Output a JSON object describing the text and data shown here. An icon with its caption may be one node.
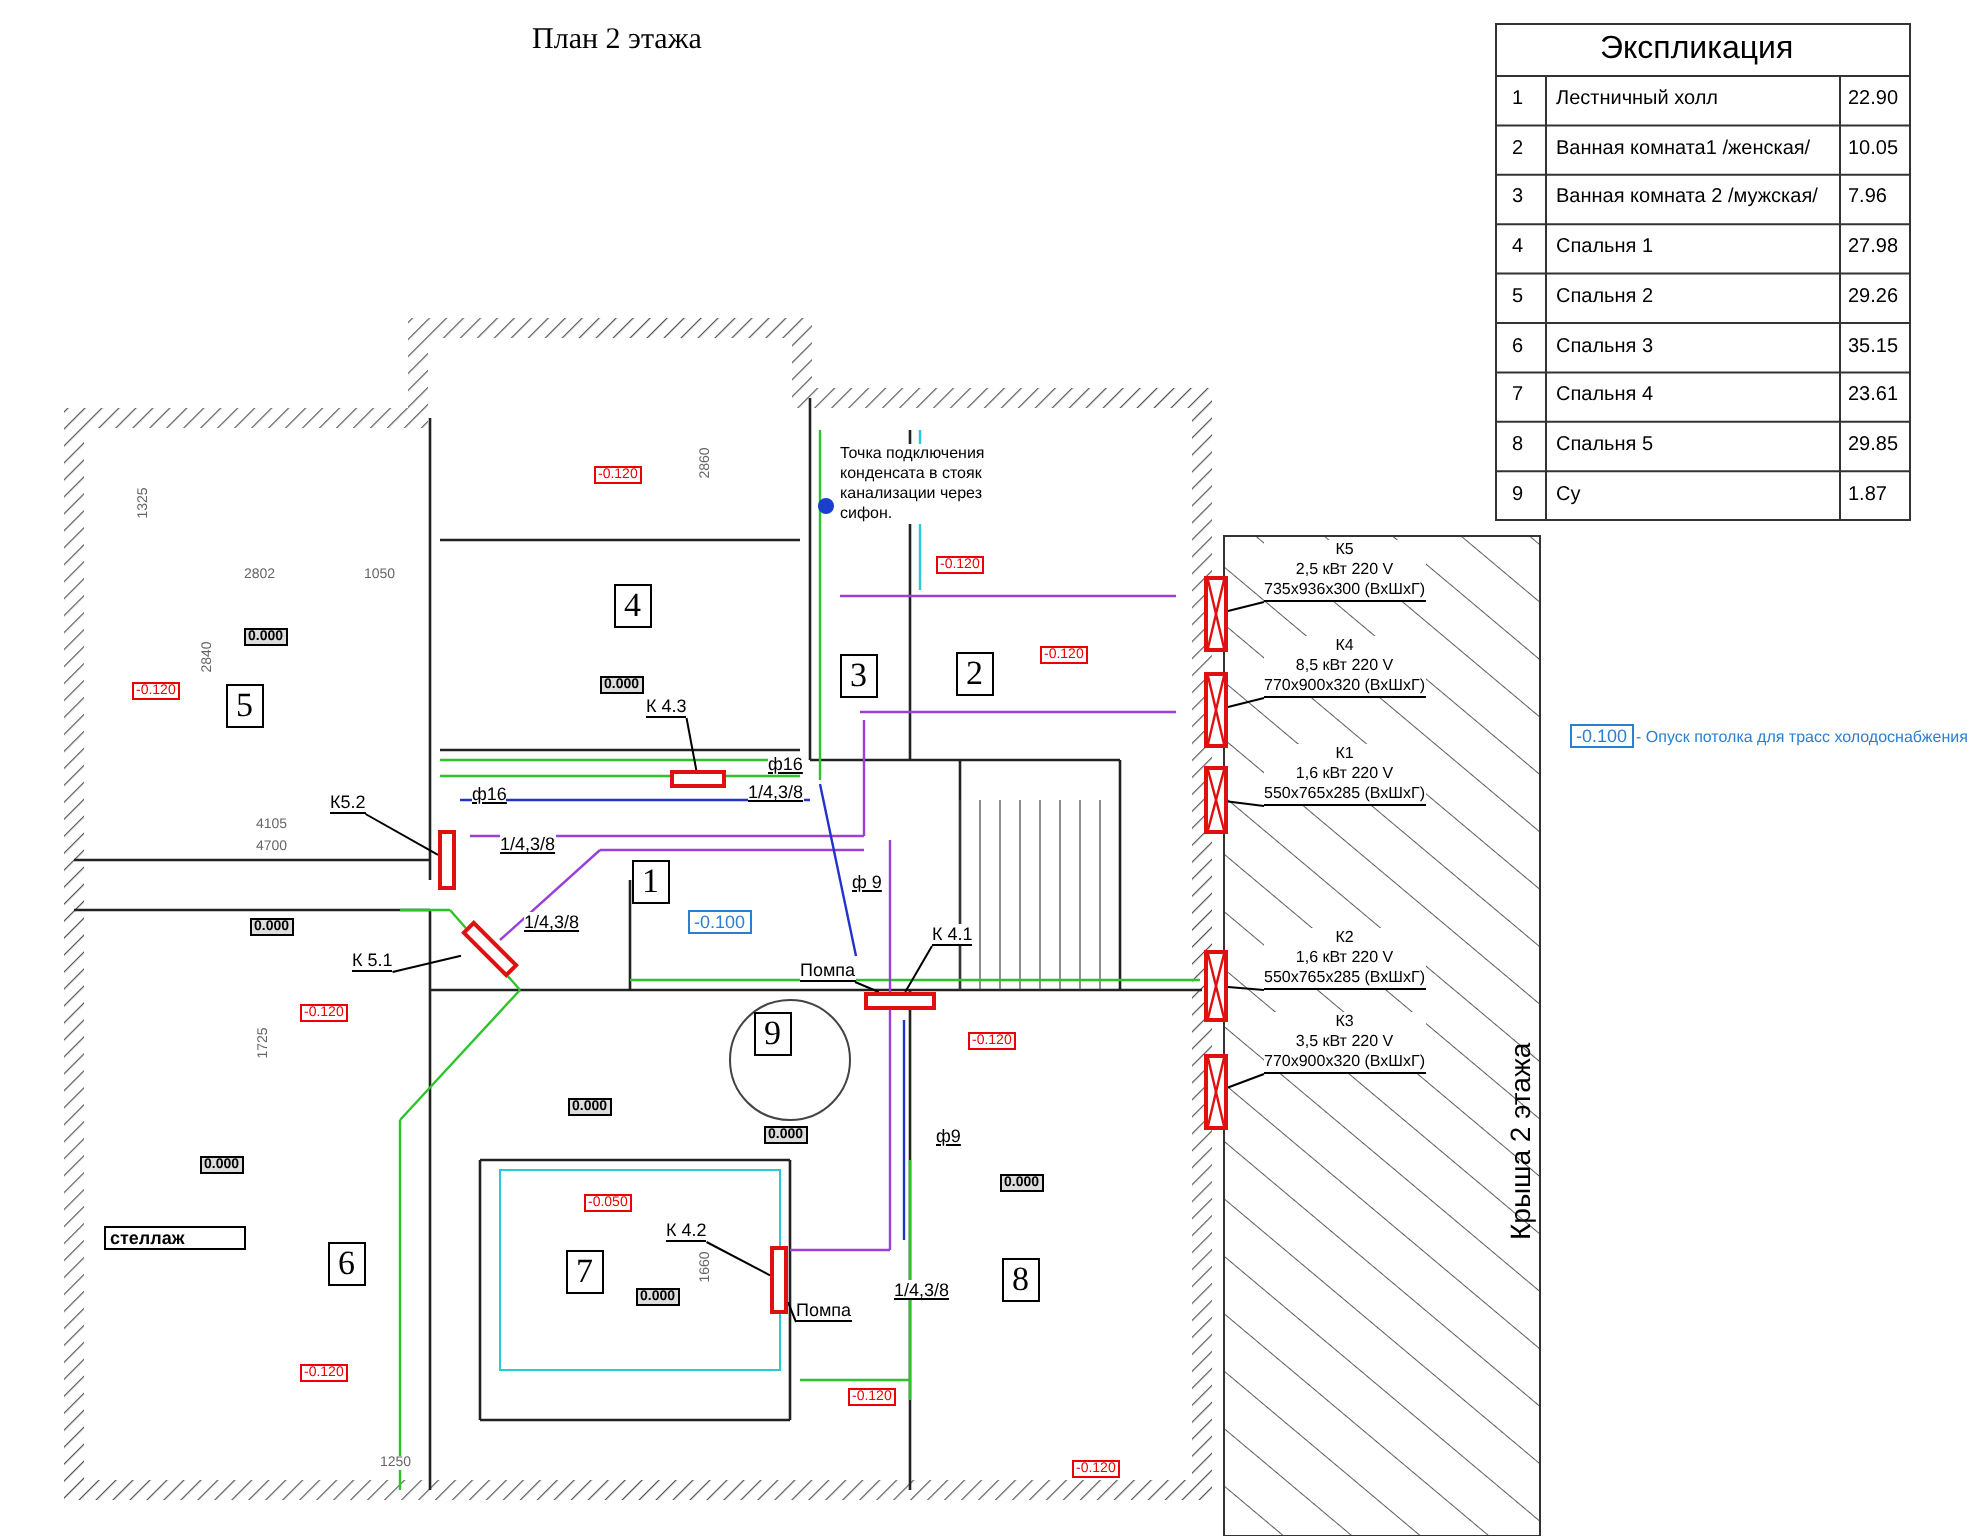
{
  "diagram": {
    "title": "План 2 этажа",
    "nodes": [
      {
        "text": [
          "К 4.3"
        ]
      },
      {
        "text": [],
        "shape": "box"
      },
      {
        "text": [
          "К5.2"
        ]
      },
      {
        "text": [],
        "shape": "box"
      },
      {
        "text": [
          "К 5.1"
        ]
      },
      {
        "text": [],
        "shape": "box"
      },
      {
        "text": [
          "К 4.1"
        ]
      },
      {
        "text": [],
        "shape": "box"
      },
      {
        "text": [
          "К 4.2"
        ]
      },
      {
        "text": [],
        "shape": "box"
      },
      {
        "text": [
          "Помпа"
        ]
      },
      {
        "text": [
          "Помпа"
        ]
      },
      {
        "text": [
          "К5",
          "2,5 кВт 220 V",
          "735x936x300 (ВхШхГ)"
        ]
      },
      {
        "text": [],
        "shape": "box"
      },
      {
        "text": [
          "К4",
          "8,5 кВт 220 V",
          "770x900x320 (ВхШхГ)"
        ]
      },
      {
        "text": [],
        "shape": "box"
      },
      {
        "text": [
          "К1",
          "1,6 кВт 220 V",
          "550x765x285 (ВхШхГ)"
        ]
      },
      {
        "text": [],
        "shape": "box"
      },
      {
        "text": [
          "К2",
          "1,6 кВт 220 V",
          "550x765x285 (ВхШхГ)"
        ]
      },
      {
        "text": [],
        "shape": "box"
      },
      {
        "text": [
          "К3",
          "3,5 кВт 220 V",
          "770x900x320 (ВхШхГ)"
        ]
      },
      {
        "text": [],
        "shape": "box"
      },
      {
        "text": [
          "стеллаж"
        ]
      }
    ],
    "edges": [
      {
        "from": 0,
        "to": 1,
        "arrow": "none"
      },
      {
        "from": 2,
        "to": 3,
        "arrow": "none"
      },
      {
        "from": 4,
        "to": 5,
        "arrow": "none"
      },
      {
        "from": 6,
        "to": 7,
        "arrow": "none"
      },
      {
        "from": 8,
        "to": 9,
        "arrow": "none"
      },
      {
        "from": 10,
        "to": 7,
        "arrow": "none"
      },
      {
        "from": 11,
        "to": 9,
        "arrow": "none"
      },
      {
        "from": 12,
        "to": 13,
        "arrow": "none"
      },
      {
        "from": 14,
        "to": 15,
        "arrow": "none"
      },
      {
        "from": 16,
        "to": 17,
        "arrow": "none"
      },
      {
        "from": 18,
        "to": 19,
        "arrow": "none"
      },
      {
        "from": 20,
        "to": 21,
        "arrow": "none"
      }
    ],
    "labels": [
      "Экспликация",
      "1",
      "Лестничный холл",
      "22.90",
      "2",
      "Ванная комната1 /женская/",
      "10.05",
      "3",
      "Ванная комната 2 /мужская/",
      "7.96",
      "4",
      "Спальня 1",
      "27.98",
      "5",
      "Спальня 2",
      "29.26",
      "6",
      "Спальня 3",
      "35.15",
      "7",
      "Спальня 4",
      "23.61",
      "8",
      "Спальня 5",
      "29.85",
      "9",
      "Су",
      "1.87",
      "Точка подключения конденсата в стояк канализации через сифон.",
      "-0.120",
      "2860",
      "-0.120",
      "-0.120",
      "4",
      "0.000",
      "3",
      "2",
      "-0.100",
      "- Опуск потолка для трасс холодоснабжения",
      "1325",
      "2802",
      "1050",
      "0.000",
      "-0.120",
      "5",
      "2840",
      "4105",
      "4700",
      "ф16",
      "ф16",
      "1/4,3/8",
      "1/4,3/8",
      "1/4,3/8",
      "1",
      "-0.100",
      "ф 9",
      "0.000",
      "-0.120",
      "1725",
      "0.000",
      "9",
      "0.000",
      "-0.120",
      "ф9",
      "0.000",
      "0.000",
      "6",
      "-0.050",
      "7",
      "0.000",
      "1660",
      "1/4,3/8",
      "8",
      "-0.120",
      "-0.120",
      "1250",
      "-0.120",
      "Крыша 2 этажа"
    ]
  }
}
